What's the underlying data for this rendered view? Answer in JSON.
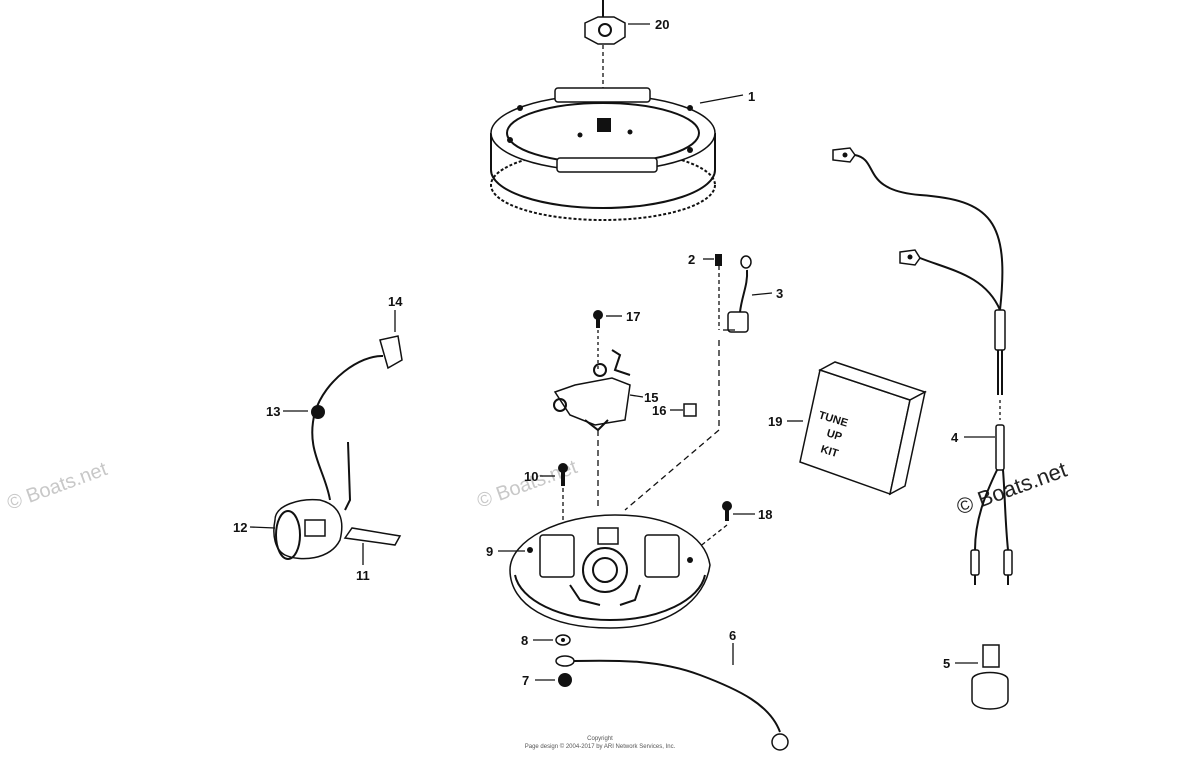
{
  "parts": [
    {
      "id": "20",
      "label": "20"
    },
    {
      "id": "1",
      "label": "1"
    },
    {
      "id": "2",
      "label": "2"
    },
    {
      "id": "3",
      "label": "3"
    },
    {
      "id": "17",
      "label": "17"
    },
    {
      "id": "15",
      "label": "15"
    },
    {
      "id": "16",
      "label": "16"
    },
    {
      "id": "19",
      "label": "19"
    },
    {
      "id": "4",
      "label": "4"
    },
    {
      "id": "14",
      "label": "14"
    },
    {
      "id": "13",
      "label": "13"
    },
    {
      "id": "12",
      "label": "12"
    },
    {
      "id": "11",
      "label": "11"
    },
    {
      "id": "10",
      "label": "10"
    },
    {
      "id": "18",
      "label": "18"
    },
    {
      "id": "9",
      "label": "9"
    },
    {
      "id": "8",
      "label": "8"
    },
    {
      "id": "7",
      "label": "7"
    },
    {
      "id": "6",
      "label": "6"
    },
    {
      "id": "5",
      "label": "5"
    }
  ],
  "kit_box": {
    "line1": "TUNE",
    "line2": "UP",
    "line3": "KIT"
  },
  "watermarks": {
    "left": "© Boats.net",
    "center": "© Boats.net",
    "right": "© Boats.net"
  },
  "footer": {
    "line1": "Copyright",
    "line2": "Page design © 2004-2017 by ARI Network Services, Inc."
  }
}
